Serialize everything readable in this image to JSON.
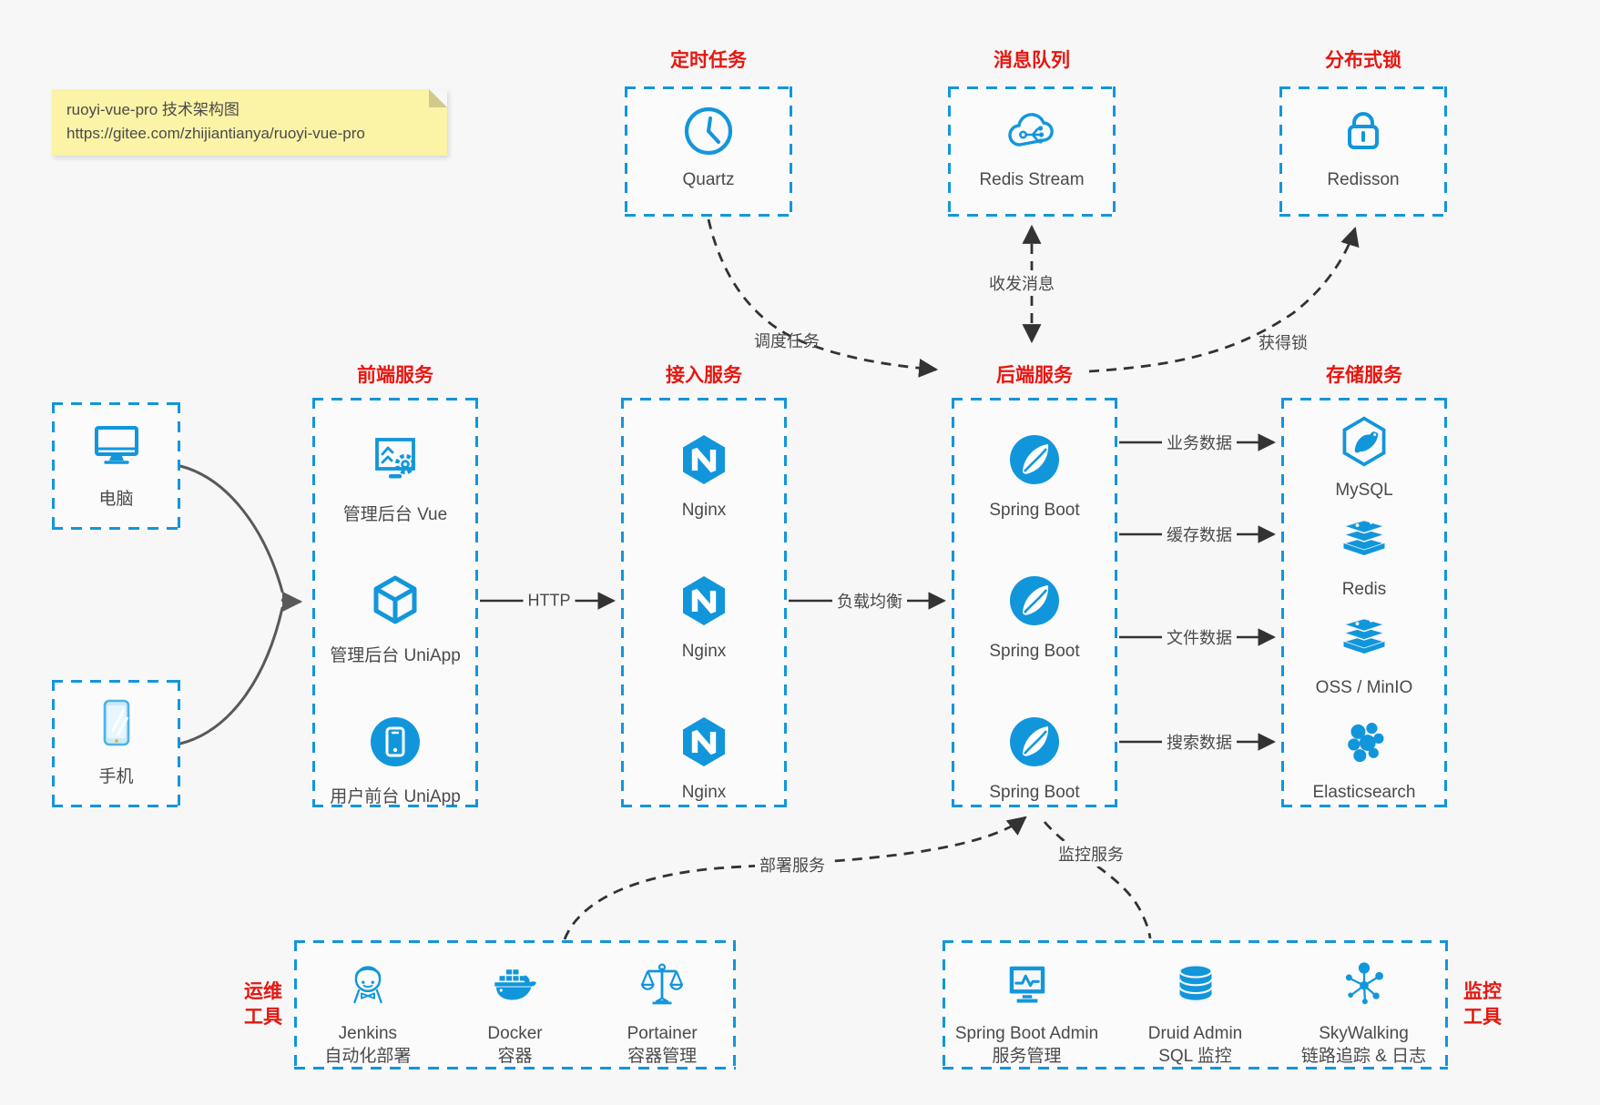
{
  "note": {
    "line1": "ruoyi-vue-pro 技术架构图",
    "line2": "https://gitee.com/zhijiantianya/ruoyi-vue-pro"
  },
  "top_services": [
    {
      "title": "定时任务",
      "label": "Quartz",
      "icon": "clock-icon"
    },
    {
      "title": "消息队列",
      "label": "Redis Stream",
      "icon": "cloud-queue-icon"
    },
    {
      "title": "分布式锁",
      "label": "Redisson",
      "icon": "lock-icon"
    }
  ],
  "clients": [
    {
      "label": "电脑",
      "icon": "desktop-icon"
    },
    {
      "label": "手机",
      "icon": "phone-icon"
    }
  ],
  "columns": {
    "frontend": {
      "title": "前端服务",
      "items": [
        {
          "label": "管理后台 Vue",
          "icon": "admin-vue-icon"
        },
        {
          "label": "管理后台 UniApp",
          "icon": "uniapp-cube-icon"
        },
        {
          "label": "用户前台 UniApp",
          "icon": "user-uniapp-icon"
        }
      ]
    },
    "access": {
      "title": "接入服务",
      "items": [
        {
          "label": "Nginx",
          "icon": "nginx-icon"
        },
        {
          "label": "Nginx",
          "icon": "nginx-icon"
        },
        {
          "label": "Nginx",
          "icon": "nginx-icon"
        }
      ]
    },
    "backend": {
      "title": "后端服务",
      "items": [
        {
          "label": "Spring Boot",
          "icon": "spring-icon"
        },
        {
          "label": "Spring Boot",
          "icon": "spring-icon"
        },
        {
          "label": "Spring Boot",
          "icon": "spring-icon"
        }
      ]
    },
    "storage": {
      "title": "存储服务",
      "items": [
        {
          "label": "MySQL",
          "icon": "mysql-icon"
        },
        {
          "label": "Redis",
          "icon": "redis-stack-icon"
        },
        {
          "label": "OSS / MinIO",
          "icon": "oss-stack-icon"
        },
        {
          "label": "Elasticsearch",
          "icon": "elasticsearch-icon"
        }
      ]
    }
  },
  "ops_tools": {
    "side_label_line1": "运维",
    "side_label_line2": "工具",
    "items": [
      {
        "label": "Jenkins",
        "sub": "自动化部署",
        "icon": "jenkins-icon"
      },
      {
        "label": "Docker",
        "sub": "容器",
        "icon": "docker-icon"
      },
      {
        "label": "Portainer",
        "sub": "容器管理",
        "icon": "portainer-icon"
      }
    ]
  },
  "monitor_tools": {
    "side_label_line1": "监控",
    "side_label_line2": "工具",
    "items": [
      {
        "label": "Spring Boot Admin",
        "sub": "服务管理",
        "icon": "spring-boot-admin-icon"
      },
      {
        "label": "Druid Admin",
        "sub": "SQL 监控",
        "icon": "druid-icon"
      },
      {
        "label": "SkyWalking",
        "sub": "链路追踪 & 日志",
        "icon": "skywalking-icon"
      }
    ]
  },
  "edges": {
    "http": "HTTP",
    "load_balance": "负载均衡",
    "schedule": "调度任务",
    "message": "收发消息",
    "lock": "获得锁",
    "business": "业务数据",
    "cache": "缓存数据",
    "file": "文件数据",
    "search": "搜索数据",
    "deploy": "部署服务",
    "monitor": "监控服务"
  },
  "colors": {
    "accent": "#1296db",
    "title_red": "#e61610",
    "note_bg": "#fbf3a6",
    "line_dark": "#333333",
    "line_gray": "#666666",
    "text": "#4a4a4a",
    "background": "#f7f7f7"
  }
}
